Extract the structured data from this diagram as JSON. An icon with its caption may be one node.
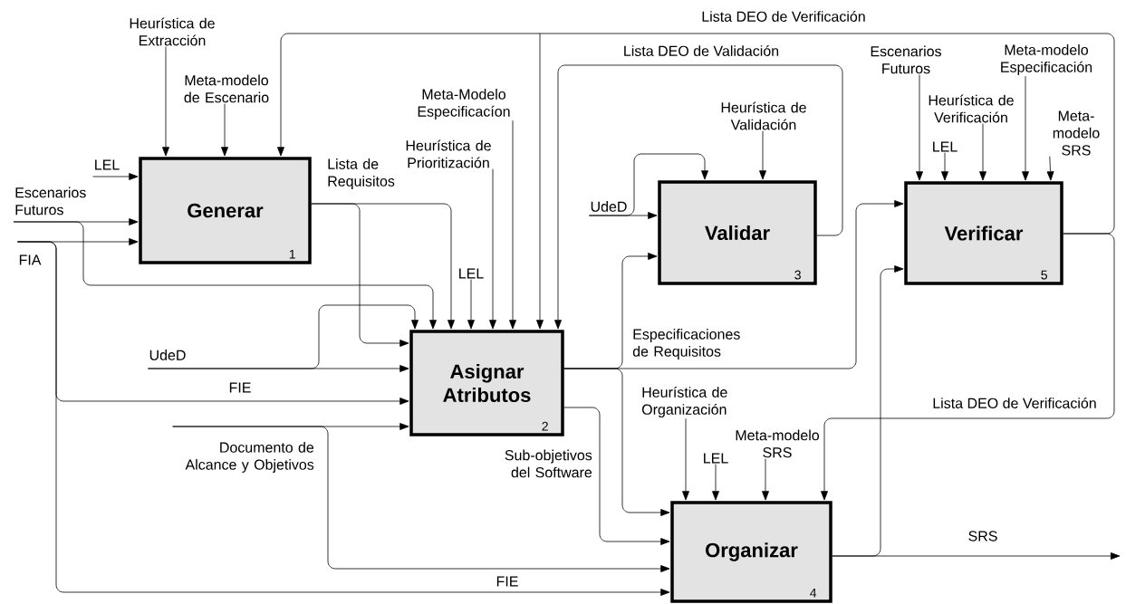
{
  "diagram": {
    "nodes": [
      {
        "text": [
          "Generar",
          "1"
        ]
      },
      {
        "text": [
          "Asignar Atributos",
          "2"
        ]
      },
      {
        "text": [
          "Validar",
          "3"
        ]
      },
      {
        "text": [
          "Organizar",
          "4"
        ]
      },
      {
        "text": [
          "Verificar",
          "5"
        ]
      },
      {
        "text": [
          "Heurística de Extracción"
        ]
      },
      {
        "text": [
          "Meta-modelo de Escenario"
        ]
      },
      {
        "text": [
          "LEL"
        ]
      },
      {
        "text": [
          "Escenarios Futuros"
        ]
      },
      {
        "text": [
          "FIA"
        ]
      },
      {
        "text": [
          "UdeD"
        ]
      },
      {
        "text": [
          "Documento de Alcance y Objetivos"
        ]
      },
      {
        "text": [
          "LEL"
        ]
      },
      {
        "text": [
          "Heurística de Prioritización"
        ]
      },
      {
        "text": [
          "Meta-Modelo Especificacíon"
        ]
      },
      {
        "text": [
          "UdeD"
        ]
      },
      {
        "text": [
          "Heurística de Validación"
        ]
      },
      {
        "text": [
          "Escenarios Futuros"
        ]
      },
      {
        "text": [
          "LEL"
        ]
      },
      {
        "text": [
          "Heurística de Verificación"
        ]
      },
      {
        "text": [
          "Meta-modelo Especificación"
        ]
      },
      {
        "text": [
          "Meta-modelo SRS"
        ]
      },
      {
        "text": [
          "Heurística de Organización"
        ]
      },
      {
        "text": [
          "LEL"
        ]
      },
      {
        "text": [
          "Meta-modelo SRS"
        ]
      }
    ],
    "edges": [
      {
        "from": 5,
        "to": 0,
        "arrow": "to"
      },
      {
        "from": 6,
        "to": 0,
        "arrow": "to"
      },
      {
        "from": 7,
        "to": 0,
        "arrow": "to"
      },
      {
        "from": 8,
        "to": 0,
        "arrow": "to"
      },
      {
        "from": 8,
        "to": 1,
        "arrow": "to"
      },
      {
        "from": 9,
        "to": 0,
        "arrow": "to"
      },
      {
        "from": 9,
        "to": 1,
        "arrow": "to",
        "label": "FIE"
      },
      {
        "from": 9,
        "to": 3,
        "arrow": "to",
        "label": "FIE"
      },
      {
        "from": 10,
        "to": 1,
        "arrow": "to"
      },
      {
        "from": 10,
        "to": 1,
        "arrow": "to"
      },
      {
        "from": 11,
        "to": 1,
        "arrow": "to"
      },
      {
        "from": 11,
        "to": 3,
        "arrow": "to"
      },
      {
        "from": 12,
        "to": 1,
        "arrow": "to"
      },
      {
        "from": 13,
        "to": 1,
        "arrow": "to"
      },
      {
        "from": 14,
        "to": 1,
        "arrow": "to"
      },
      {
        "from": 0,
        "to": 1,
        "arrow": "to",
        "label": "Lista de Requisitos"
      },
      {
        "from": 0,
        "to": 1,
        "arrow": "to"
      },
      {
        "from": 2,
        "to": 1,
        "arrow": "to",
        "label": "Lista DEO de Validación"
      },
      {
        "from": 4,
        "to": 0,
        "arrow": "to",
        "label": "Lista DEO de Verificación"
      },
      {
        "from": 4,
        "to": 1,
        "arrow": "to"
      },
      {
        "from": 4,
        "to": 3,
        "arrow": "to",
        "label": "Lista DEO de Verificación"
      },
      {
        "from": 1,
        "to": 2,
        "arrow": "to",
        "label": "Especificaciones de Requisitos"
      },
      {
        "from": 1,
        "to": 4,
        "arrow": "to"
      },
      {
        "from": 1,
        "to": 3,
        "arrow": "to"
      },
      {
        "from": 1,
        "to": 3,
        "arrow": "to",
        "label": "Sub-objetivos del Software"
      },
      {
        "from": 15,
        "to": 2,
        "arrow": "to"
      },
      {
        "from": 15,
        "to": 2,
        "arrow": "to"
      },
      {
        "from": 16,
        "to": 2,
        "arrow": "to"
      },
      {
        "from": 17,
        "to": 4,
        "arrow": "to"
      },
      {
        "from": 18,
        "to": 4,
        "arrow": "to"
      },
      {
        "from": 19,
        "to": 4,
        "arrow": "to"
      },
      {
        "from": 20,
        "to": 4,
        "arrow": "to"
      },
      {
        "from": 21,
        "to": 4,
        "arrow": "to"
      },
      {
        "from": 22,
        "to": 3,
        "arrow": "to"
      },
      {
        "from": 23,
        "to": 3,
        "arrow": "to"
      },
      {
        "from": 24,
        "to": 3,
        "arrow": "to"
      },
      {
        "from": 3,
        "to": null,
        "arrow": "to",
        "label": "SRS"
      },
      {
        "from": 3,
        "to": 4,
        "arrow": "to"
      }
    ]
  }
}
